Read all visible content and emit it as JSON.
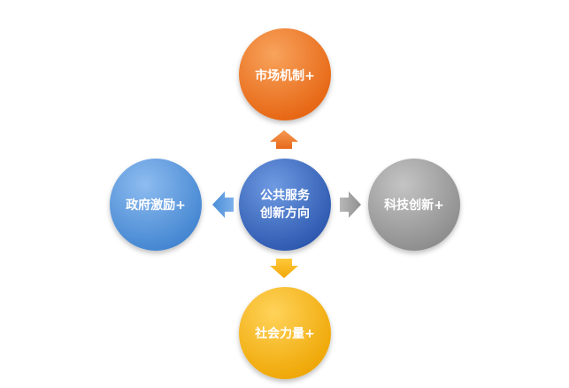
{
  "center": {
    "label_line1": "公共服务",
    "label_line2": "创新方向",
    "color": "#3f6fc6"
  },
  "nodes": {
    "top": {
      "label": "市场机制+",
      "color": "#f07a22"
    },
    "right": {
      "label": "科技创新+",
      "color": "#9d9d9d"
    },
    "bottom": {
      "label": "社会力量+",
      "color": "#f7b812"
    },
    "left": {
      "label": "政府激励+",
      "color": "#4f93d8"
    }
  }
}
